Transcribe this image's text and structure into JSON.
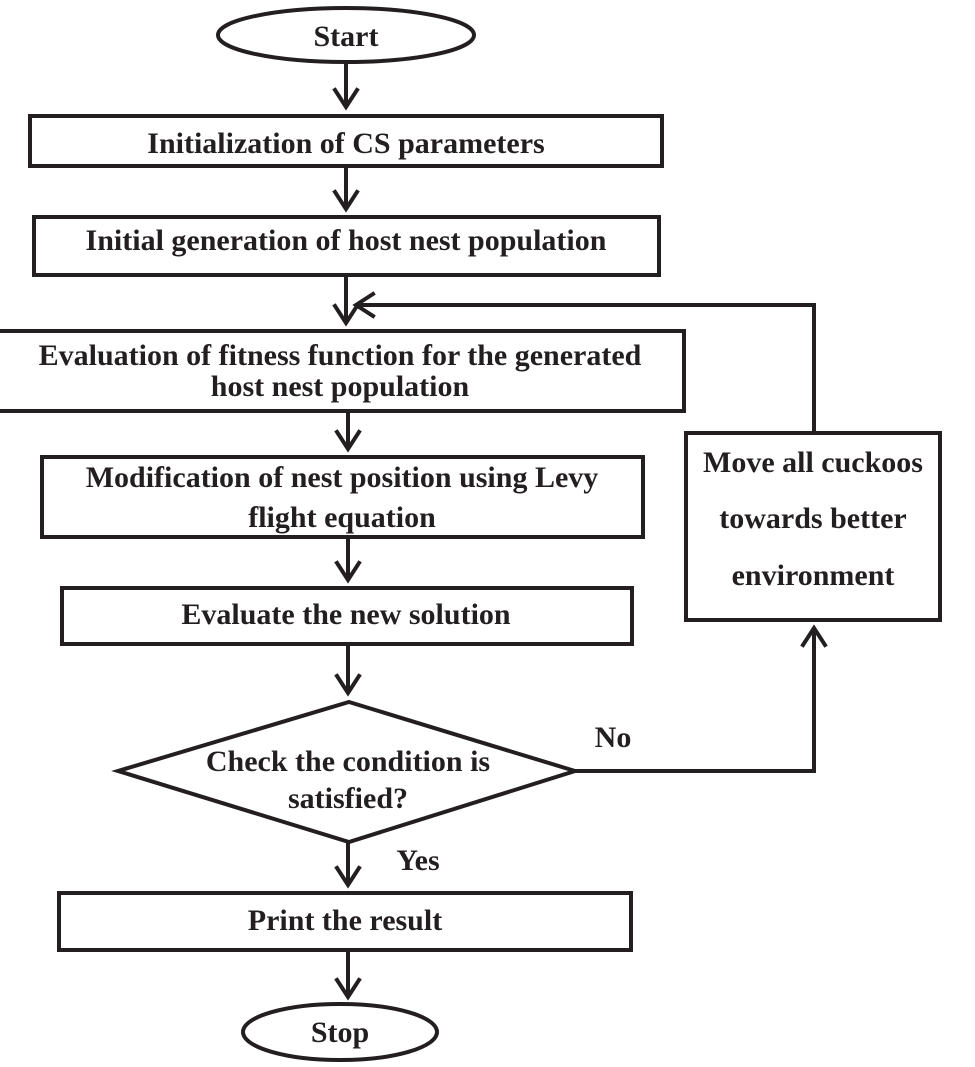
{
  "nodes": {
    "start": "Start",
    "init_params": "Initialization of CS parameters",
    "init_population": "Initial generation of host nest population",
    "evaluate_fitness": [
      "Evaluation of fitness function for the generated",
      "host nest population"
    ],
    "modify_nest": [
      "Modification of nest position using Levy",
      "flight equation"
    ],
    "evaluate_solution": "Evaluate the new solution",
    "check_condition": [
      "Check the condition is",
      "satisfied?"
    ],
    "print_result": "Print the result",
    "stop": "Stop",
    "move_cuckoos": [
      "Move all cuckoos",
      "towards better",
      "environment"
    ]
  },
  "edge_labels": {
    "no": "No",
    "yes": "Yes"
  }
}
